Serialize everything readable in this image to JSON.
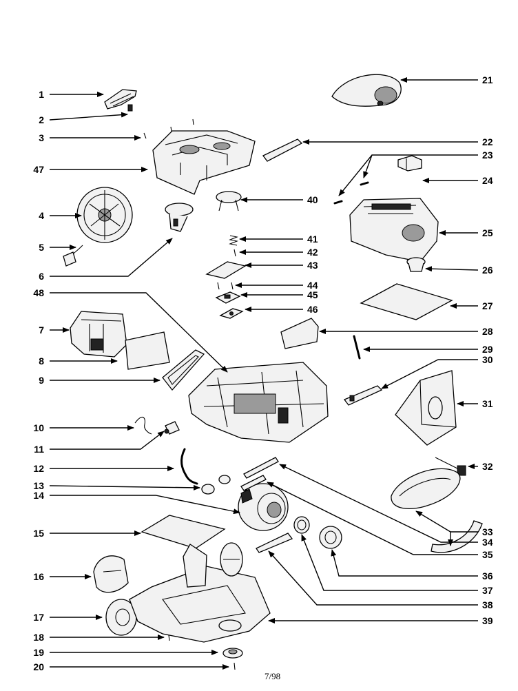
{
  "footer_code": "7/98",
  "left_labels": [
    "1",
    "2",
    "3",
    "47",
    "4",
    "5",
    "6",
    "48",
    "7",
    "8",
    "9",
    "10",
    "11",
    "12",
    "13",
    "14",
    "15",
    "16",
    "17",
    "18",
    "19",
    "20"
  ],
  "right_labels": [
    "21",
    "22",
    "23",
    "24",
    "40",
    "25",
    "41",
    "42",
    "43",
    "26",
    "44",
    "45",
    "46",
    "27",
    "28",
    "29",
    "30",
    "31",
    "32",
    "33",
    "34",
    "35",
    "36",
    "37",
    "38",
    "39"
  ],
  "colors": {
    "ink": "#000000",
    "paper": "#ffffff",
    "fill_light": "#f2f2f2",
    "fill_mid": "#9a9a9a"
  }
}
